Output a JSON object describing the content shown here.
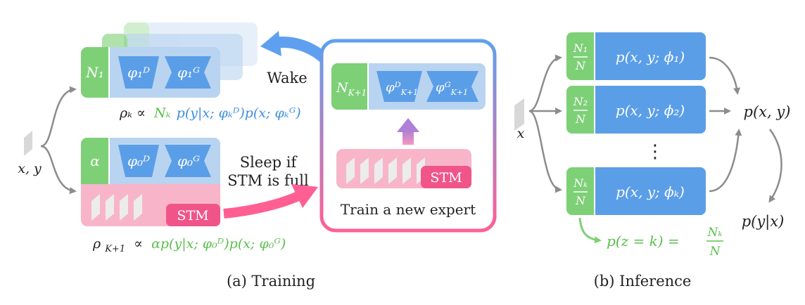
{
  "colors": {
    "green": "#7dd076",
    "green_text": "#5bbf4e",
    "blue_panel": "#b9d4f0",
    "blue_block": "#5b9ee8",
    "blue_text": "#3d8fe0",
    "pink_memory": "#f8b5c9",
    "pink_label": "#f0558a",
    "arrow_gray": "#8c8c8c",
    "gradient_top": "#5ea0ef",
    "gradient_bottom": "#ff5f93"
  },
  "training": {
    "caption": "(a) Training",
    "input_label": "x, y",
    "expert_count": "N₁",
    "expert_discriminative": "φ₁ᴰ",
    "expert_generative": "φ₁ᴳ",
    "rho_k_left": "ρₖ ∝",
    "rho_k_green": "Nₖ",
    "rho_k_blue": "p(y|x; φₖᴰ)p(x; φₖᴳ)",
    "dummy_count": "α",
    "dummy_discriminative": "φ₀ᴰ",
    "dummy_generative": "φ₀ᴳ",
    "stm_label": "STM",
    "rho_k1_left": "ρ",
    "rho_k1_sub": "K+1",
    "rho_k1_prop": "∝",
    "rho_k1_green": "αp(y|x; φ₀ᴰ)p(x; φ₀ᴳ)",
    "wake_label": "Wake",
    "sleep_line1": "Sleep if",
    "sleep_line2": "STM is full",
    "new_expert_count": "N",
    "new_expert_count_sub": "K+1",
    "new_expert_discriminative": "φᴰ",
    "new_expert_discriminative_sub": "K+1",
    "new_expert_generative": "φᴳ",
    "new_expert_generative_sub": "K+1",
    "train_new_expert": "Train a new expert",
    "stm_label_box": "STM"
  },
  "inference": {
    "caption": "(b) Inference",
    "input_label": "x",
    "experts": [
      {
        "num": "N₁",
        "den": "N",
        "label": "p(x, y; ϕ₁)"
      },
      {
        "num": "N₂",
        "den": "N",
        "label": "p(x, y; ϕ₂)"
      },
      {
        "num": "Nₖ",
        "den": "N",
        "label": "p(x, y; ϕₖ)"
      }
    ],
    "ellipsis": "⋮",
    "joint_label": "p(x, y)",
    "conditional_label": "p(y|x)",
    "prior_left": "p(z = k) =",
    "prior_num": "Nₖ",
    "prior_den": "N"
  }
}
